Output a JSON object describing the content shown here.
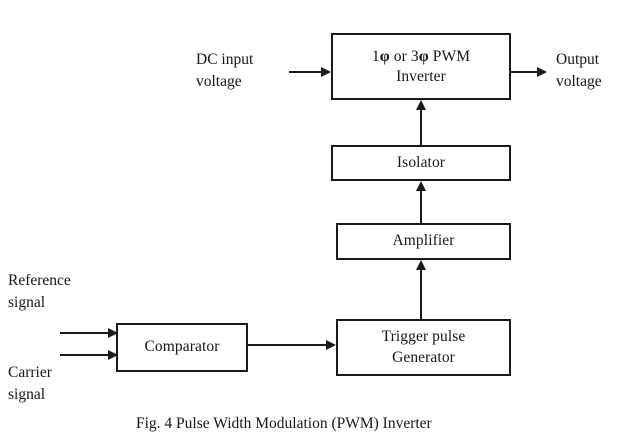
{
  "figure": {
    "caption": "Fig. 4 Pulse Width Modulation (PWM) Inverter",
    "background_color": "#ffffff",
    "line_color": "#1a1a1a",
    "text_color": "#17171c"
  },
  "blocks": {
    "inverter": {
      "line1_prefix": "1",
      "line1_phi1": "φ",
      "line1_mid": " or 3",
      "line1_phi2": "φ",
      "line1_suffix": " PWM",
      "line2": "Inverter"
    },
    "isolator": {
      "label": "Isolator"
    },
    "amplifier": {
      "label": "Amplifier"
    },
    "trigger_generator": {
      "line1": "Trigger pulse",
      "line2": "Generator"
    },
    "comparator": {
      "label": "Comparator"
    }
  },
  "labels": {
    "dc_input": {
      "line1": "DC input",
      "line2": "voltage"
    },
    "output": {
      "line1": "Output",
      "line2": "voltage"
    },
    "reference": {
      "line1": "Reference",
      "line2": "signal"
    },
    "carrier": {
      "line1": "Carrier",
      "line2": "signal"
    }
  }
}
